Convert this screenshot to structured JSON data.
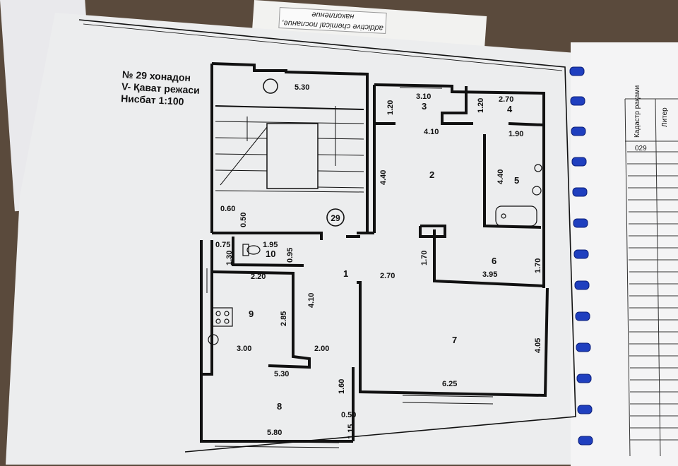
{
  "top_label": "addictive chemical\nпослание, накопление",
  "title": {
    "line1": "№ 29 хонадон",
    "line2": "V- Қават режаси",
    "line3": "Нисбат 1:100"
  },
  "apartment_marker": "29",
  "rooms": [
    {
      "number": "1"
    },
    {
      "number": "2"
    },
    {
      "number": "3"
    },
    {
      "number": "4"
    },
    {
      "number": "5"
    },
    {
      "number": "6"
    },
    {
      "number": "7"
    },
    {
      "number": "8"
    },
    {
      "number": "9"
    },
    {
      "number": "10"
    }
  ],
  "dimensions": {
    "d530a": "5.30",
    "d310": "3.10",
    "d120a": "1.20",
    "d120b": "1.20",
    "d270a": "2.70",
    "d410a": "4.10",
    "d190": "1.90",
    "d440a": "4.40",
    "d440b": "4.40",
    "d060": "0.60",
    "d050a": "0.50",
    "d075": "0.75",
    "d195": "1.95",
    "d130": "1.30",
    "d095": "0.95",
    "d220": "2.20",
    "d170a": "1.70",
    "d270b": "2.70",
    "d170b": "1.70",
    "d395": "3.95",
    "d410b": "4.10",
    "d285": "2.85",
    "d300": "3.00",
    "d200": "2.00",
    "d405": "4.05",
    "d530b": "5.30",
    "d160": "1.60",
    "d625": "6.25",
    "d050b": "0.50",
    "d115": "1.15",
    "d580": "5.80"
  },
  "register": {
    "header1": "Кадастр рақами",
    "header2": "Литер",
    "row1": "029"
  },
  "colors": {
    "ink": "#111111",
    "paper": "#ecedee",
    "binding": "#1f3fbf",
    "table": "#f4f4f5"
  }
}
